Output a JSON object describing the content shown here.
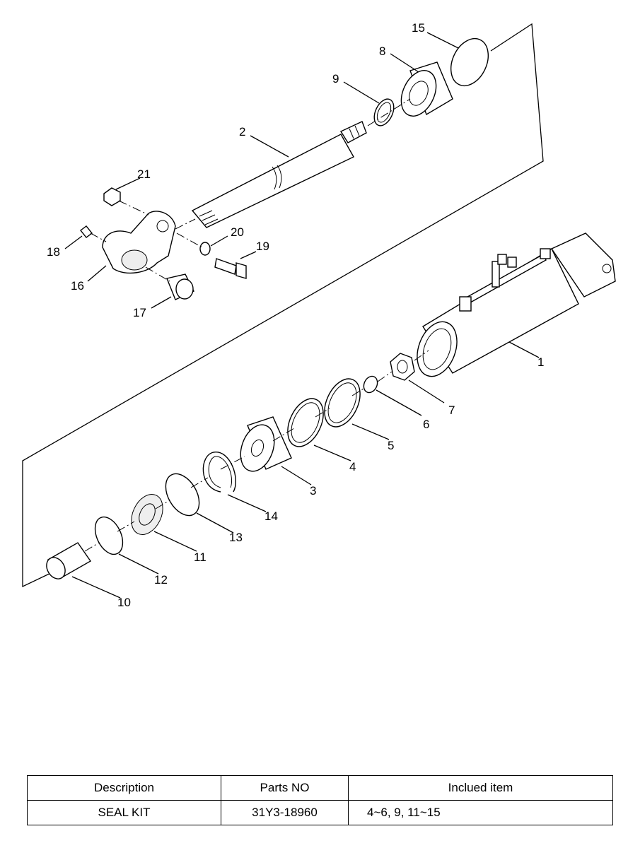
{
  "labels": {
    "l1": "1",
    "l2": "2",
    "l3": "3",
    "l4": "4",
    "l5": "5",
    "l6": "6",
    "l7": "7",
    "l8": "8",
    "l9": "9",
    "l10": "10",
    "l11": "11",
    "l12": "12",
    "l13": "13",
    "l14": "14",
    "l15": "15",
    "l16": "16",
    "l17": "17",
    "l18": "18",
    "l19": "19",
    "l20": "20",
    "l21": "21"
  },
  "table": {
    "headers": [
      "Description",
      "Parts NO",
      "Inclued item"
    ],
    "row": [
      "SEAL KIT",
      "31Y3-18960",
      "4~6, 9, 11~15"
    ]
  }
}
